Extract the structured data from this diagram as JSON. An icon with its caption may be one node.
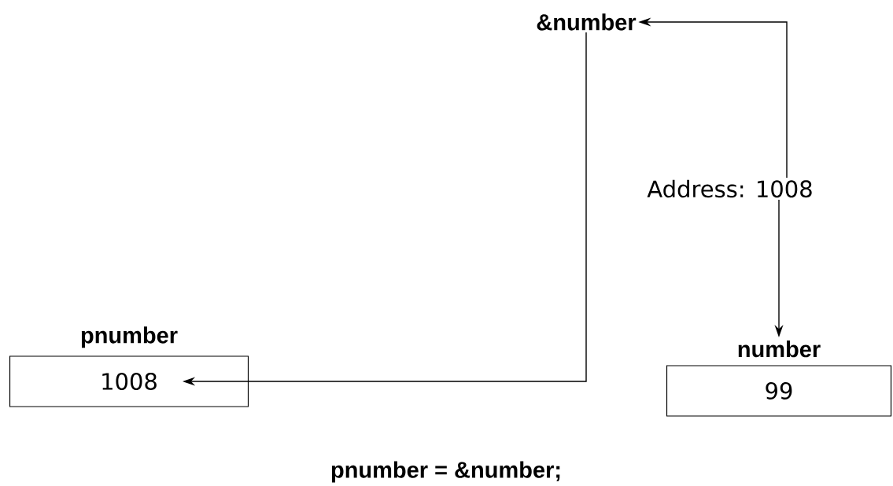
{
  "diagram": {
    "caption": "pnumber = &number;",
    "nodes": [
      {
        "text": [
          "&number"
        ]
      },
      {
        "text": [
          "Address: 1008"
        ]
      },
      {
        "text": [
          "pnumber",
          "1008"
        ]
      },
      {
        "text": [
          "number",
          "99"
        ]
      }
    ],
    "edges": [
      {
        "from": 1,
        "to": 0,
        "arrow": "to"
      },
      {
        "from": 1,
        "to": 3,
        "arrow": "to"
      },
      {
        "from": 0,
        "to": 2,
        "arrow": "to"
      }
    ]
  }
}
